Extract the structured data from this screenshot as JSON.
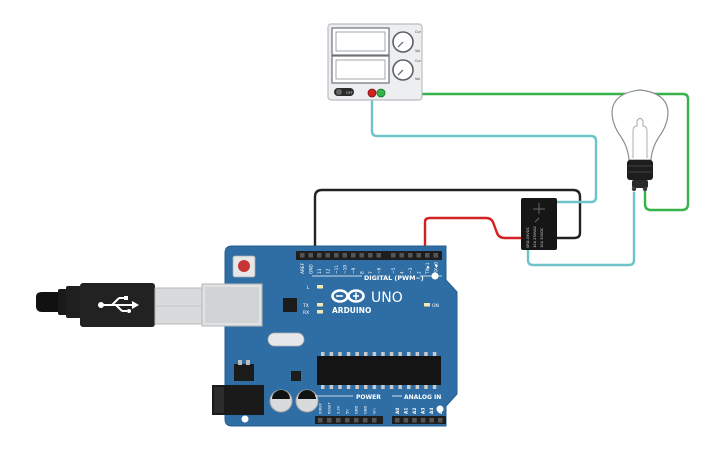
{
  "board": {
    "brand": "ARDUINO",
    "model": "UNO",
    "digital_label": "DIGITAL (PWM~)",
    "power_label": "POWER",
    "analog_label": "ANALOG IN",
    "on_label": "ON",
    "led_l": "L",
    "led_tx": "TX",
    "led_rx": "RX",
    "top_header_labels": [
      "AREF",
      "GND",
      "13",
      "12",
      "~11",
      "~10",
      "~9",
      "8",
      "7",
      "~6",
      "~5",
      "4",
      "~3",
      "2",
      "TX▶1",
      "RX◀0"
    ],
    "power_header_labels": [
      "IOREF",
      "RESET",
      "3.3V",
      "5V",
      "GND",
      "GND",
      "Vin"
    ],
    "analog_header_labels": [
      "A0",
      "A1",
      "A2",
      "A3",
      "A4",
      "A5"
    ]
  },
  "power_supply": {
    "off_label": "OFF",
    "knob1_top": "Cur",
    "knob1_bottom": "Vol",
    "knob2_top": "Cur",
    "knob2_bottom": "Vol"
  },
  "relay": {
    "text_lines": [
      "SRD-05VDC",
      "10A 250VAC",
      "10A 30VDC"
    ]
  },
  "colors": {
    "board_blue": "#2f6ea4",
    "wire_black": "#222222",
    "wire_red": "#d32020",
    "wire_cyan": "#6cc4c9",
    "wire_green": "#35b34a"
  }
}
